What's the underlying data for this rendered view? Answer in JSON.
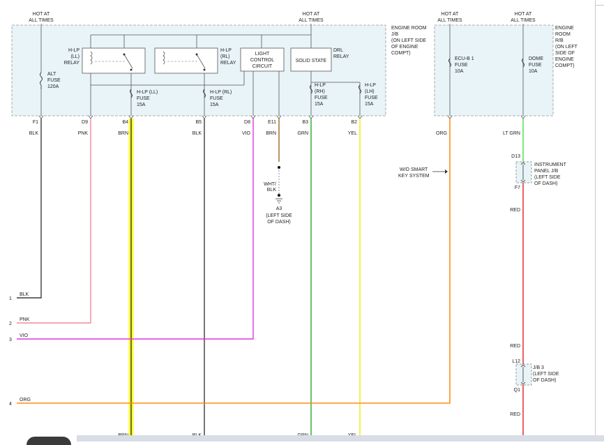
{
  "power_sources": [
    {
      "id": "p1",
      "line1": "HOT AT",
      "line2": "ALL TIMES"
    },
    {
      "id": "p2",
      "line1": "HOT AT",
      "line2": "ALL TIMES"
    },
    {
      "id": "p3",
      "line1": "HOT AT",
      "line2": "ALL TIMES"
    },
    {
      "id": "p4",
      "line1": "HOT AT",
      "line2": "ALL TIMES"
    }
  ],
  "jb_engine_room": [
    "ENGINE ROOM",
    "J/B",
    "(ON LEFT SIDE",
    "OF ENGINE",
    "COMPT)"
  ],
  "rb_engine_room": [
    "ENGINE",
    "ROOM",
    "R/B",
    "(ON LEFT",
    "SIDE OF",
    "ENGINE",
    "COMPT)"
  ],
  "components": {
    "alt_fuse": [
      "ALT",
      "FUSE",
      "120A"
    ],
    "hlp_ll_relay": [
      "H-LP",
      "(LL)",
      "RELAY"
    ],
    "hlp_rl_relay": [
      "H-LP",
      "(RL)",
      "RELAY"
    ],
    "light_control": [
      "LIGHT",
      "CONTROL",
      "CIRCUIT"
    ],
    "solid_state": [
      "SOLID STATE"
    ],
    "drl_relay": [
      "DRL",
      "RELAY"
    ],
    "hlp_ll_fuse": [
      "H-LP (LL)",
      "FUSE",
      "15A"
    ],
    "hlp_rl_fuse": [
      "H-LP (RL)",
      "FUSE",
      "15A"
    ],
    "hlp_rh_fuse": [
      "H-LP",
      "(RH)",
      "FUSE",
      "15A"
    ],
    "hlp_lh_fuse": [
      "H-LP",
      "(LH)",
      "FUSE",
      "15A"
    ],
    "ecu_b1_fuse": [
      "ECU-B 1",
      "FUSE",
      "10A"
    ],
    "dome_fuse": [
      "DOME",
      "FUSE",
      "10A"
    ]
  },
  "connectors": [
    "F1",
    "D9",
    "B4",
    "B5",
    "D8",
    "E11",
    "B3",
    "B2"
  ],
  "wire_colors": [
    "BLK",
    "PNK",
    "BRN",
    "BLK",
    "VIO",
    "BRN",
    "GRN",
    "YEL",
    "ORG",
    "LT GRN"
  ],
  "ground": {
    "wire": [
      "WHT/",
      "BLK"
    ],
    "id": "A3",
    "location": [
      "(LEFT SIDE",
      "OF DASH)"
    ]
  },
  "smart_key_note": [
    "W/O SMART",
    "KEY SYSTEM"
  ],
  "instrument_panel": {
    "top": "D13",
    "bottom": "F7",
    "label": [
      "INSTRUMENT",
      "PANEL J/B",
      "(LEFT SIDE",
      "OF DASH)"
    ]
  },
  "jb3": {
    "top": "L12",
    "bottom": "Q1",
    "label": [
      "J/B 3",
      "(LEFT SIDE",
      "OF DASH)"
    ]
  },
  "red_labels": [
    "RED",
    "RED",
    "RED"
  ],
  "left_outputs": [
    {
      "num": "1",
      "wire": "BLK"
    },
    {
      "num": "2",
      "wire": "PNK"
    },
    {
      "num": "3",
      "wire": "VIO"
    },
    {
      "num": "4",
      "wire": "ORG"
    }
  ],
  "bottom_labels": [
    "BRN",
    "BLK",
    "GRN",
    "YEL"
  ],
  "colors": {
    "jb_fill": "#e8f4f8",
    "blk": "#3a3a3a",
    "pnk": "#f08a9a",
    "brn_hl": "#ffff33",
    "vio": "#e033e0",
    "brn": "#9a6a20",
    "grn": "#22aa22",
    "yel": "#eeee22",
    "org": "#ff8c1a",
    "ltgrn": "#44dd44",
    "red": "#e02020"
  }
}
